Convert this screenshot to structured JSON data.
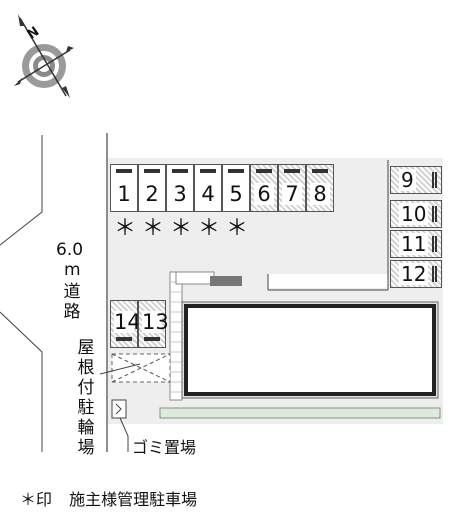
{
  "compass": {
    "north_label": "N",
    "icon": "compass-rose-icon"
  },
  "road": {
    "width": "6.0",
    "unit": "m",
    "label": "道路"
  },
  "parking": {
    "top_row": [
      "1",
      "2",
      "3",
      "4",
      "5",
      "6",
      "7",
      "8"
    ],
    "right_column": [
      "9",
      "10",
      "11",
      "12"
    ],
    "left_pair": [
      "14",
      "13"
    ],
    "star_mark": "＊"
  },
  "labels": {
    "bicycle_parking": "屋根付駐輪場",
    "garbage": "ゴミ置場"
  },
  "legend": {
    "mark": "＊印",
    "text": "施主様管理駐車場"
  }
}
